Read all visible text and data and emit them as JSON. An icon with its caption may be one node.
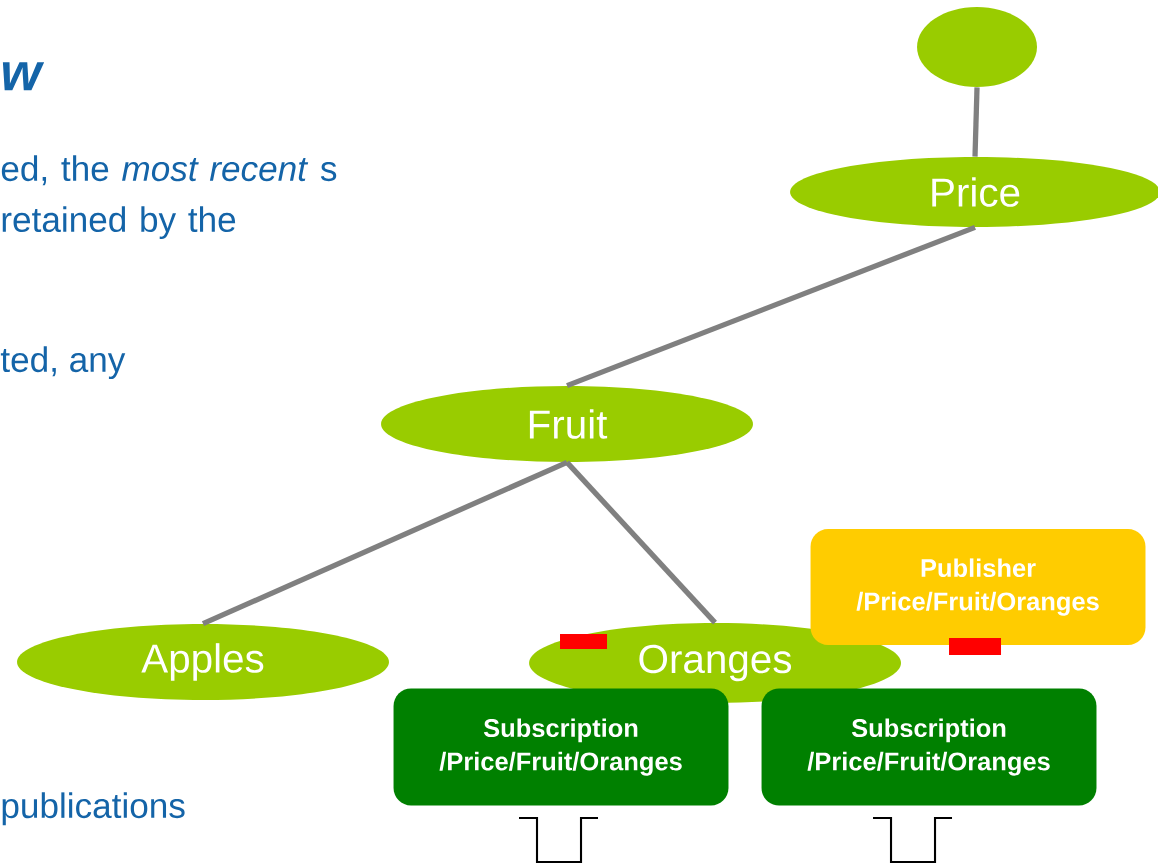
{
  "diagram": {
    "nodes": [
      {
        "text": [],
        "shape": "circle"
      },
      {
        "text": [
          "Price"
        ]
      },
      {
        "text": [
          "Fruit"
        ]
      },
      {
        "text": [
          "Apples"
        ]
      },
      {
        "text": [
          "Oranges"
        ]
      },
      {
        "text": [
          "Publisher",
          "/Price/Fruit/Oranges"
        ]
      },
      {
        "text": [
          "Subscription",
          "/Price/Fruit/Oranges"
        ]
      },
      {
        "text": [
          "Subscription",
          "/Price/Fruit/Oranges"
        ]
      }
    ],
    "edges": [
      {
        "from": 0,
        "to": 1,
        "arrow": "none"
      },
      {
        "from": 1,
        "to": 2,
        "arrow": "none"
      },
      {
        "from": 2,
        "to": 3,
        "arrow": "none"
      },
      {
        "from": 2,
        "to": 4,
        "arrow": "none"
      }
    ],
    "labels": [
      "w",
      "ed, the *most recent* s retained by the",
      "ted, any",
      "publications"
    ]
  }
}
